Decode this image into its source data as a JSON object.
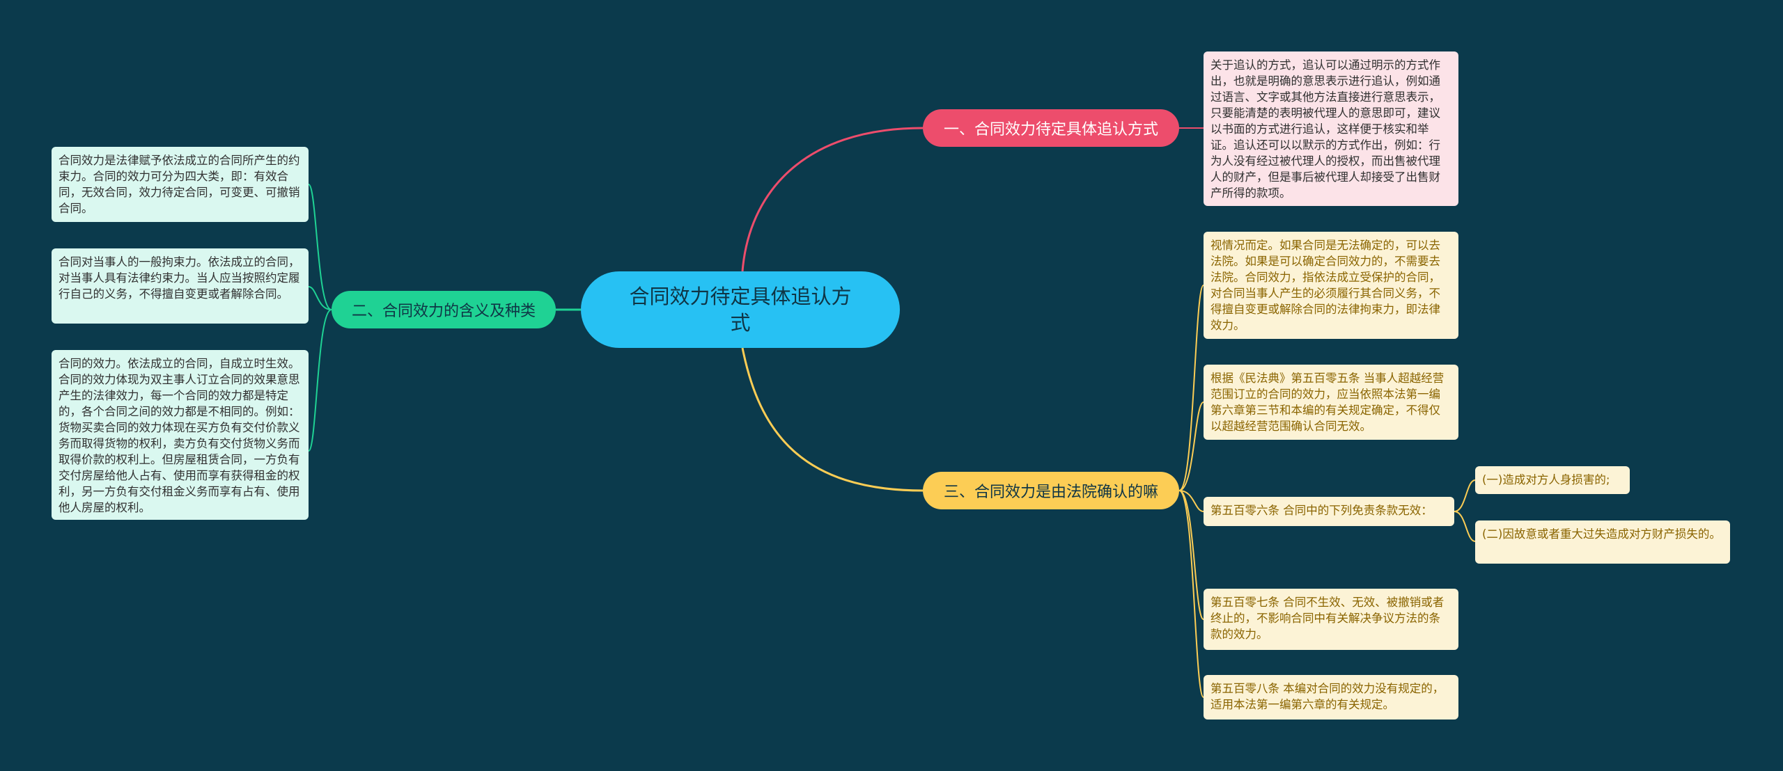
{
  "center": {
    "label": "合同效力待定具体追认方式"
  },
  "branches": [
    {
      "label": "一、合同效力待定具体追认方式",
      "color": "#ed4d6c",
      "leaves": [
        "关于追认的方式，追认可以通过明示的方式作出，也就是明确的意思表示进行追认，例如通过语言、文字或其他方法直接进行意思表示，只要能清楚的表明被代理人的意思即可，建议以书面的方式进行追认，这样便于核实和举证。追认还可以以默示的方式作出，例如：行为人没有经过被代理人的授权，而出售被代理人的财产，但是事后被代理人却接受了出售财产所得的款项。"
      ]
    },
    {
      "label": "二、合同效力的含义及种类",
      "color": "#1fd294",
      "leaves": [
        "合同效力是法律赋予依法成立的合同所产生的约束力。合同的效力可分为四大类，即：有效合同，无效合同，效力待定合同，可变更、可撤销合同。",
        "合同对当事人的一般拘束力。依法成立的合同，对当事人具有法律约束力。当人应当按照约定履行自己的义务，不得擅自变更或者解除合同。",
        "合同的效力。依法成立的合同，自成立时生效。合同的效力体现为双主事人订立合同的效果意思产生的法律效力，每一个合同的效力都是特定的，各个合同之间的效力都是不相同的。例如：货物买卖合同的效力体现在买方负有交付价款义务而取得货物的权利，卖方负有交付货物义务而取得价款的权利上。但房屋租赁合同，一方负有交付房屋给他人占有、使用而享有获得租金的权利，另一方负有交付租金义务而享有占有、使用他人房屋的权利。"
      ]
    },
    {
      "label": "三、合同效力是由法院确认的嘛",
      "color": "#fccd55",
      "leaves": [
        "视情况而定。如果合同是无法确定的，可以去法院。如果是可以确定合同效力的，不需要去法院。合同效力，指依法成立受保护的合同，对合同当事人产生的必须履行其合同义务，不得擅自变更或解除合同的法律拘束力，即法律效力。",
        "根据《民法典》第五百零五条 当事人超越经营范围订立的合同的效力，应当依照本法第一编第六章第三节和本编的有关规定确定，不得仅以超越经营范围确认合同无效。",
        "第五百零六条 合同中的下列免责条款无效：",
        "第五百零七条 合同不生效、无效、被撤销或者终止的，不影响合同中有关解决争议方法的条款的效力。",
        "第五百零八条 本编对合同的效力没有规定的，适用本法第一编第六章的有关规定。"
      ],
      "sub_leaves": [
        "(一)造成对方人身损害的;",
        "(二)因故意或者重大过失造成对方财产损失的。"
      ]
    }
  ],
  "colors": {
    "background": "#0b3a4c",
    "center": "#27c1f3",
    "leaf_pink": "#fce3e8",
    "leaf_mint": "#daf8f0",
    "leaf_cream": "#fcf3d6"
  }
}
